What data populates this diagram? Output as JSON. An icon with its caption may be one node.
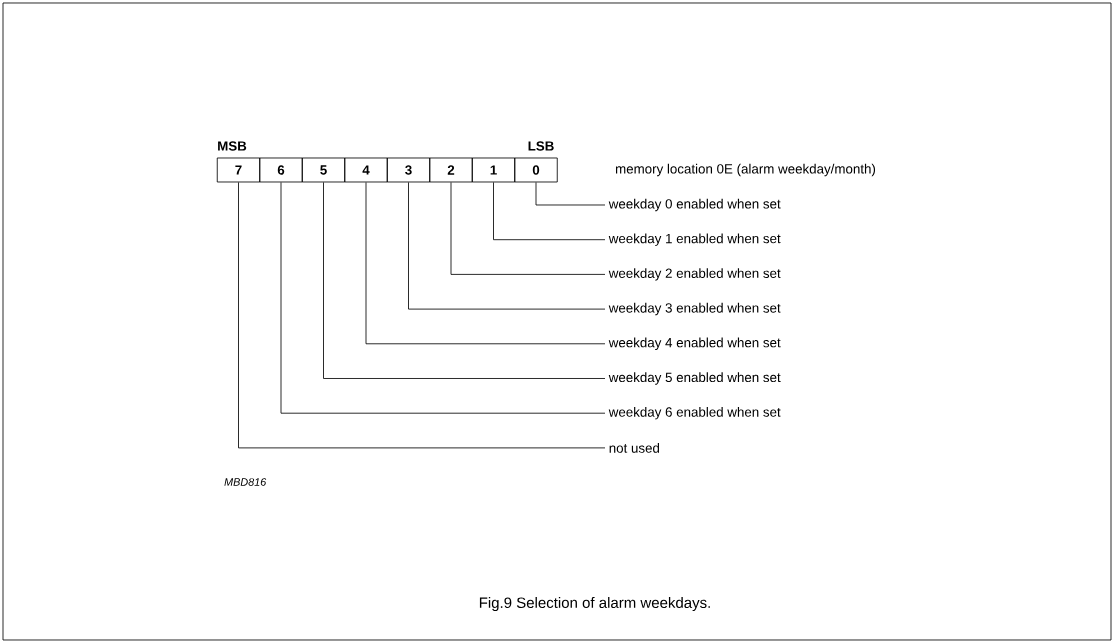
{
  "diagram": {
    "caption": "Fig.9 Selection of alarm weekdays.",
    "nodes": [
      {
        "text": [
          "7"
        ]
      },
      {
        "text": [
          "6"
        ]
      },
      {
        "text": [
          "5"
        ]
      },
      {
        "text": [
          "4"
        ]
      },
      {
        "text": [
          "3"
        ]
      },
      {
        "text": [
          "2"
        ]
      },
      {
        "text": [
          "1"
        ]
      },
      {
        "text": [
          "0"
        ]
      },
      {
        "text": [
          "weekday 0 enabled when set"
        ]
      },
      {
        "text": [
          "weekday 1 enabled when set"
        ]
      },
      {
        "text": [
          "weekday 2 enabled when set"
        ]
      },
      {
        "text": [
          "weekday 3 enabled when set"
        ]
      },
      {
        "text": [
          "weekday 4 enabled when set"
        ]
      },
      {
        "text": [
          "weekday 5 enabled when set"
        ]
      },
      {
        "text": [
          "weekday 6 enabled when set"
        ]
      },
      {
        "text": [
          "not used"
        ]
      }
    ],
    "edges": [
      {
        "from": 7,
        "to": 8,
        "arrow": "none"
      },
      {
        "from": 6,
        "to": 9,
        "arrow": "none"
      },
      {
        "from": 5,
        "to": 10,
        "arrow": "none"
      },
      {
        "from": 4,
        "to": 11,
        "arrow": "none"
      },
      {
        "from": 3,
        "to": 12,
        "arrow": "none"
      },
      {
        "from": 2,
        "to": 13,
        "arrow": "none"
      },
      {
        "from": 1,
        "to": 14,
        "arrow": "none"
      },
      {
        "from": 0,
        "to": 15,
        "arrow": "none"
      }
    ],
    "labels": [
      "MSB",
      "LSB",
      "memory location 0E (alarm weekday/month)",
      "MBD816"
    ]
  }
}
